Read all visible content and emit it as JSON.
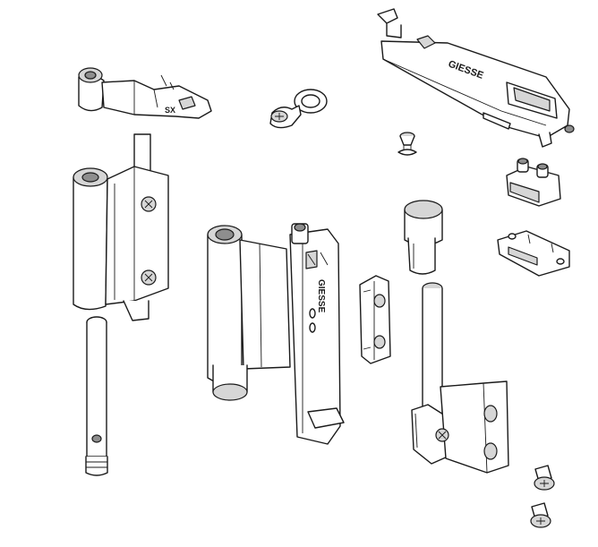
{
  "labels": {
    "handle_brand": "GIESSE",
    "plate_brand": "GIESSE",
    "bracket_mark": "SX"
  },
  "colors": {
    "line": "#1a1a1a",
    "shade": "#d6d6d6",
    "dark": "#8e8e8e",
    "background": "#ffffff"
  }
}
